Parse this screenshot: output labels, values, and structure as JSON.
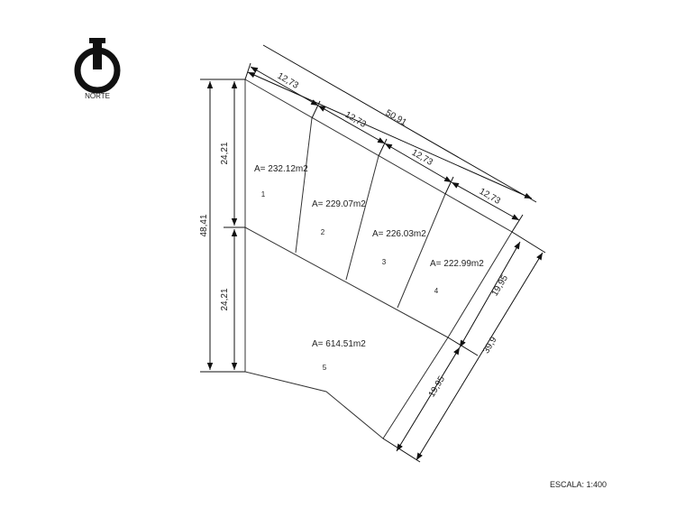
{
  "north": {
    "label": "NORTE",
    "icon": "north-arrow-icon"
  },
  "scale": {
    "label": "ESCALA: 1:400"
  },
  "dimensions": {
    "top_total": "50,91",
    "top_segments": [
      "12,73",
      "12,73",
      "12,73",
      "12,73"
    ],
    "left_total": "48,41",
    "left_upper": "24,21",
    "left_lower": "24,21",
    "right_total": "39,9",
    "right_upper": "19,95",
    "right_lower": "19,95"
  },
  "lots": [
    {
      "number": "1",
      "area": "A= 232.12m2"
    },
    {
      "number": "2",
      "area": "A= 229.07m2"
    },
    {
      "number": "3",
      "area": "A= 226.03m2"
    },
    {
      "number": "4",
      "area": "A= 222.99m2"
    },
    {
      "number": "5",
      "area": "A= 614.51m2"
    }
  ]
}
